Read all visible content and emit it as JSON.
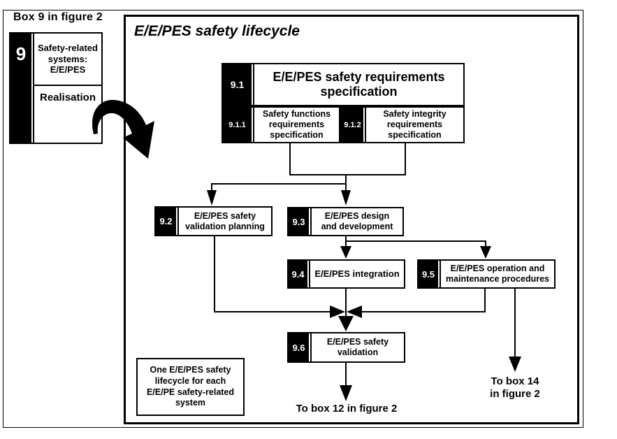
{
  "header": {
    "outside_label": "Box 9 in figure 2"
  },
  "overview_box": {
    "number": "9",
    "system_label": "Safety-related\nsystems:\nE/E/PES",
    "phase_label": "Realisation"
  },
  "diagram": {
    "title": "E/E/PES safety lifecycle",
    "box_9_1": {
      "num": "9.1",
      "label": "E/E/PES safety requirements\nspecification"
    },
    "box_9_1_1": {
      "num": "9.1.1",
      "label": "Safety functions\nrequirements\nspecification"
    },
    "box_9_1_2": {
      "num": "9.1.2",
      "label": "Safety integrity\nrequirements\nspecification"
    },
    "box_9_2": {
      "num": "9.2",
      "label": "E/E/PES safety\nvalidation planning"
    },
    "box_9_3": {
      "num": "9.3",
      "label": "E/E/PES design\nand development"
    },
    "box_9_4": {
      "num": "9.4",
      "label": "E/E/PES integration"
    },
    "box_9_5": {
      "num": "9.5",
      "label": "E/E/PES operation and\nmaintenance procedures"
    },
    "box_9_6": {
      "num": "9.6",
      "label": "E/E/PES safety\nvalidation"
    },
    "note": "One E/E/PES safety\nlifecycle for each\nE/E/PE safety-related\nsystem",
    "exit_bottom": "To box 12 in figure 2",
    "exit_right": "To box 14\nin figure 2"
  },
  "colors": {
    "ink": "#000000",
    "paper": "#ffffff"
  }
}
